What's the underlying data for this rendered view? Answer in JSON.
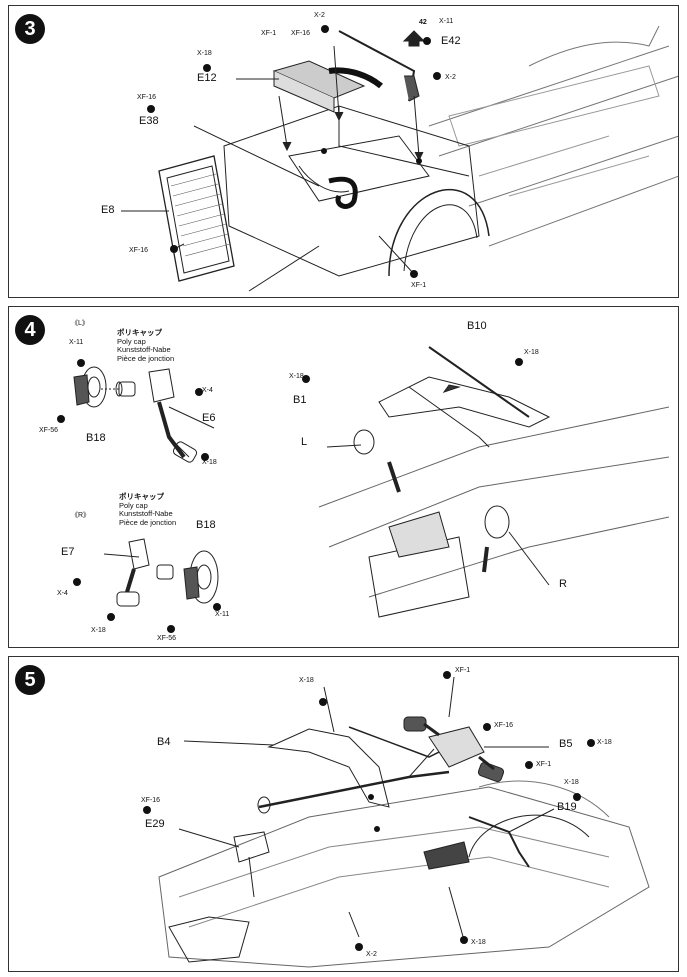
{
  "steps": [
    {
      "number": "3"
    },
    {
      "number": "4"
    },
    {
      "number": "5"
    }
  ],
  "step3": {
    "labels": {
      "x2_top": "X-2",
      "e42_circle": "42",
      "x11_top": "X-11",
      "e42": "E42",
      "x2_right": "X-2",
      "x18": "X-18",
      "e12": "E12",
      "xf1_top": "XF-1",
      "xf16_top": "XF-16",
      "xf16_left": "XF-16",
      "e38": "E38",
      "e8": "E8",
      "xf16_bottom": "XF-16",
      "xf1_bottom": "XF-1"
    }
  },
  "step4": {
    "labels": {
      "L_mark": "《L》",
      "R_mark": "《R》",
      "x11_l": "X-11",
      "xf56_l": "XF-56",
      "b18_l": "B18",
      "x4_l": "X-4",
      "e6": "E6",
      "x18_l": "X-18",
      "x18_b1": "X-18",
      "b1": "B1",
      "L_side": "L",
      "b10": "B10",
      "x18_b10": "X-18",
      "e7": "E7",
      "x4_r": "X-4",
      "x18_r": "X-18",
      "b18_r": "B18",
      "xf56_r": "XF-56",
      "x11_r": "X-11",
      "R_side": "R"
    },
    "caption_l": {
      "jp": "ポリキャップ",
      "en": "Poly cap",
      "de": "Kunststoff-Nabe",
      "fr": "Pièce de jonction"
    },
    "caption_r": {
      "jp": "ポリキャップ",
      "en": "Poly cap",
      "de": "Kunststoff-Nabe",
      "fr": "Pièce de jonction"
    }
  },
  "step5": {
    "labels": {
      "x18_top": "X-18",
      "xf1_top": "XF-1",
      "b4": "B4",
      "xf16_mid": "XF-16",
      "b5": "B5",
      "x18_b5": "X-18",
      "xf1_mid": "XF-1",
      "xf16_left": "XF-16",
      "e29": "E29",
      "x18_b19": "X-18",
      "b19": "B19",
      "x18_bottom": "X-18",
      "x2_bottom": "X-2"
    }
  }
}
